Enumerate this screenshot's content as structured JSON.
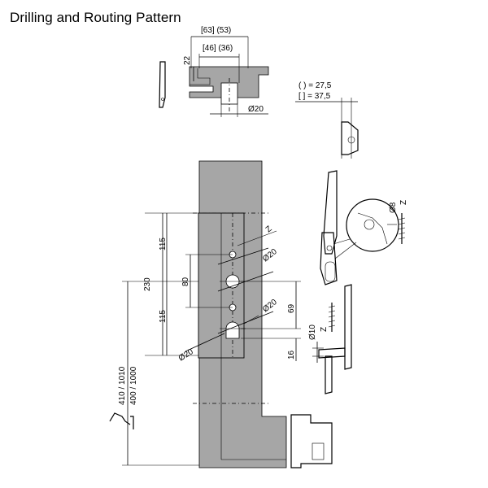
{
  "title": "Drilling and Routing Pattern",
  "colors": {
    "profile": "#a6a6a6",
    "line": "#000000",
    "background": "#ffffff"
  },
  "top_detail": {
    "dim_outer": "[63] (53)",
    "dim_inner": "[46] (36)",
    "dim_height": "22",
    "hole_dia": "Ø20"
  },
  "legend": {
    "round_brackets": "( ) = 27,5",
    "square_brackets": "[ ] = 37,5"
  },
  "main_detail": {
    "dim_115_top": "115",
    "dim_230": "230",
    "dim_80": "80",
    "dim_115_bottom": "115",
    "dim_69": "69",
    "dim_16": "16",
    "dim_10": "Ø10",
    "hole_dia_1": "Ø20",
    "hole_dia_2": "Ø20",
    "hole_dia_3": "Ø20",
    "z_label_1": "Z",
    "z_label_2": "Z",
    "z_label_3": "Z",
    "dim_height_range_1": "410 / 1010",
    "dim_height_range_2": "400 / 1000"
  },
  "handle_detail": {
    "screw_dia": "Ø8"
  }
}
